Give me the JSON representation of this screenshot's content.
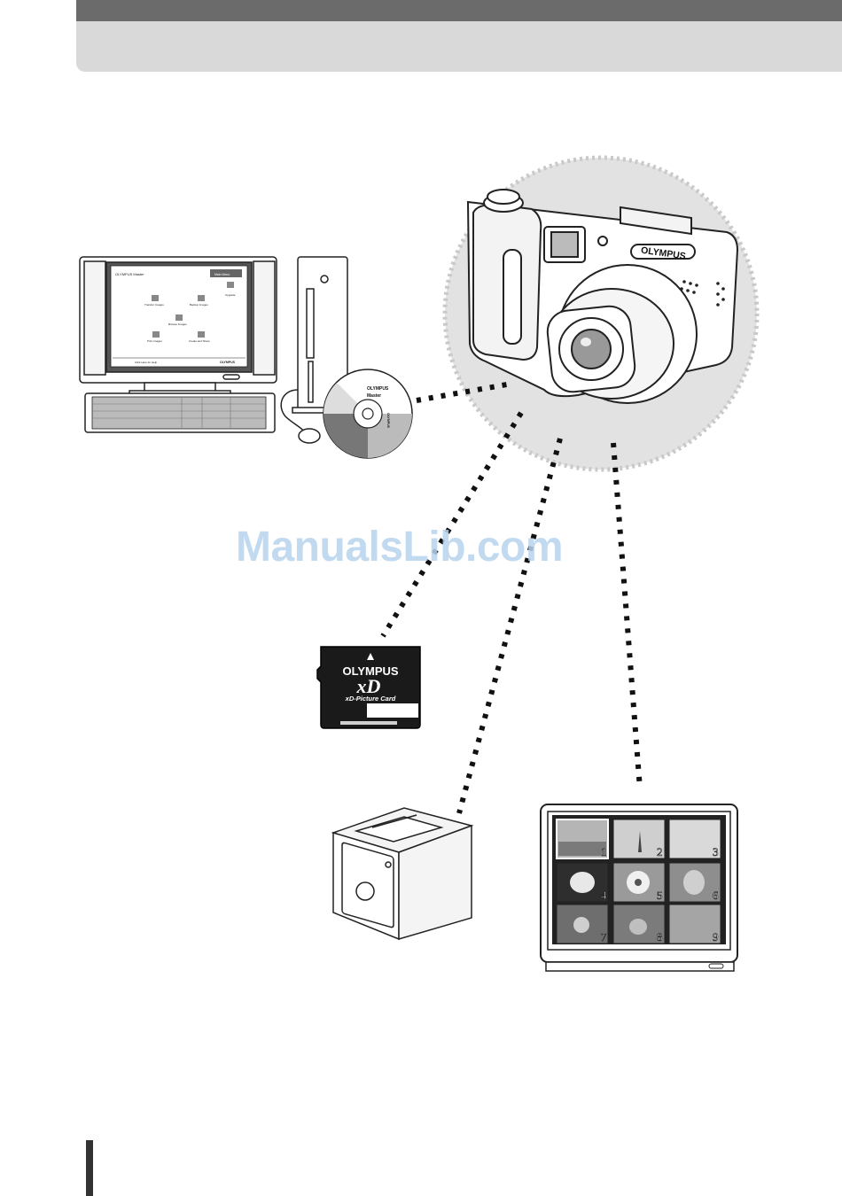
{
  "header": {
    "dark_color": "#6b6b6b",
    "light_color": "#d9d9d9"
  },
  "computer": {
    "app_title": "OLYMPUS Master",
    "menu_button": "Main Menu",
    "icons": [
      "Transfer Images",
      "Backup Images",
      "Upgrade",
      "Browse Images",
      "Print Images",
      "Create and Share"
    ],
    "status": "Click Here for Help",
    "brand": "OLYMPUS"
  },
  "cd": {
    "line1": "OLYMPUS",
    "line2": "Master",
    "side": "OLYMPUS"
  },
  "camera": {
    "brand": "OLYMPUS"
  },
  "xd_card": {
    "brand": "OLYMPUS",
    "logo": "xD",
    "subtitle": "xD-Picture Card"
  },
  "tv": {
    "thumbnail_numbers": [
      "1",
      "2",
      "3",
      "4",
      "5",
      "6",
      "7",
      "8",
      "9"
    ]
  },
  "watermark": "ManualsLib.com"
}
